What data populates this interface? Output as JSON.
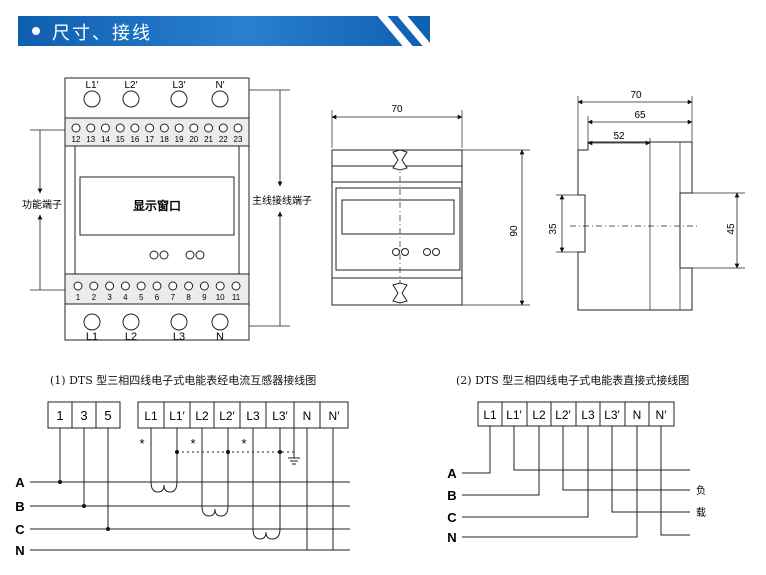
{
  "header": {
    "title": "尺寸、接线"
  },
  "front": {
    "top_terminals": [
      "L1′",
      "L2′",
      "L3′",
      "N′"
    ],
    "top_numbers": [
      "12",
      "13",
      "14",
      "15",
      "16",
      "17",
      "18",
      "19",
      "20",
      "21",
      "22",
      "23"
    ],
    "display": "显示窗口",
    "bottom_numbers": [
      "1",
      "2",
      "3",
      "4",
      "5",
      "6",
      "7",
      "8",
      "9",
      "10",
      "11"
    ],
    "bottom_terminals": [
      "L1",
      "L2",
      "L3",
      "N"
    ],
    "left_label": "功能端子",
    "right_label": "主线接线端子"
  },
  "mid_dims": {
    "width": "70",
    "height": "90"
  },
  "side_dims": {
    "d70": "70",
    "d65": "65",
    "d52": "52",
    "d35": "35",
    "d45": "45"
  },
  "caption1": "(1) DTS 型三相四线电子式电能表经电流互感器接线图",
  "caption2": "(2) DTS 型三相四线电子式电能表直接式接线图",
  "diagram1": {
    "aux_terminals": [
      "1",
      "3",
      "5"
    ],
    "terminals": [
      "L1",
      "L1′",
      "L2",
      "L2′",
      "L3",
      "L3′",
      "N",
      "N′"
    ],
    "star": "*",
    "lines": [
      "A",
      "B",
      "C",
      "N"
    ]
  },
  "diagram2": {
    "terminals": [
      "L1",
      "L1′",
      "L2",
      "L2′",
      "L3",
      "L3′",
      "N",
      "N′"
    ],
    "lines": [
      "A",
      "B",
      "C",
      "N"
    ],
    "load": [
      "负",
      "载"
    ]
  }
}
